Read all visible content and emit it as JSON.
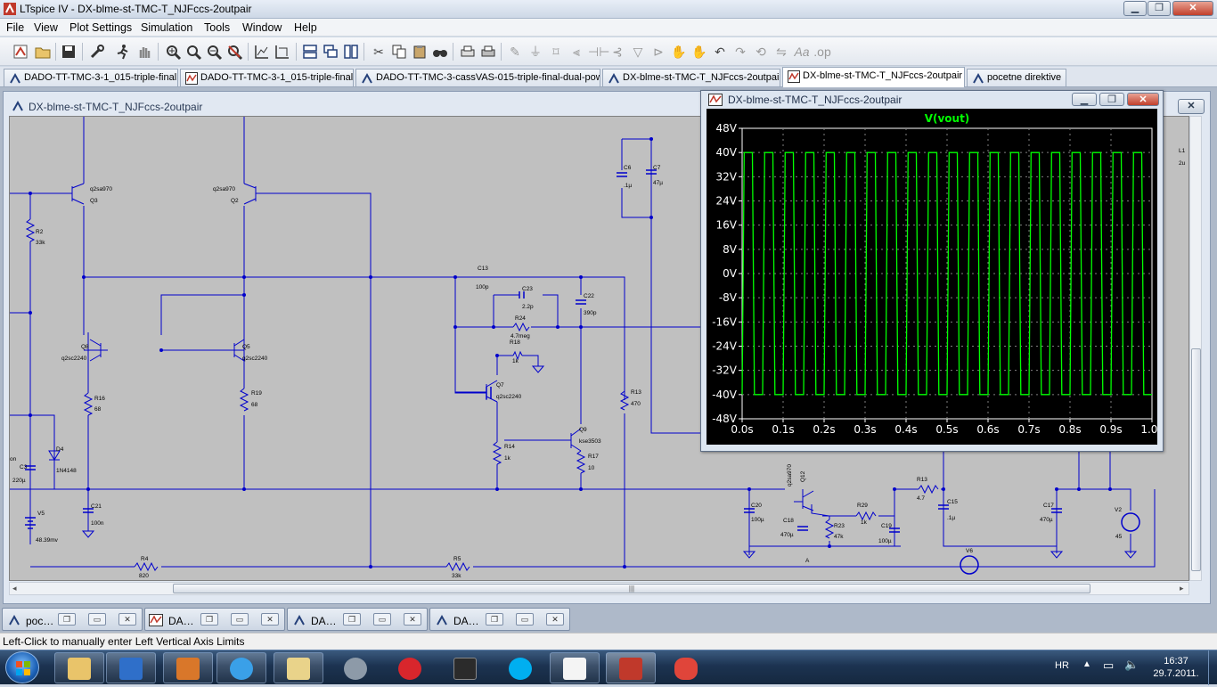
{
  "window": {
    "title": "LTspice IV - DX-blme-st-TMC-T_NJFccs-2outpair",
    "min_label": "▁",
    "max_label": "❐",
    "close_label": "✕"
  },
  "menu": [
    "File",
    "View",
    "Plot Settings",
    "Simulation",
    "Tools",
    "Window",
    "Help"
  ],
  "toolbar_icons": [
    "open-schematic-icon",
    "open-icon",
    "save-icon",
    "control-panel-icon",
    "run-icon",
    "halt-icon",
    "pan-icon",
    "zoom-in-icon",
    "zoom-area-icon",
    "zoom-out-icon",
    "zoom-cancel-icon",
    "autorange-icon",
    "mark-unused-icon",
    "tile-horizontal-icon",
    "cascade-icon",
    "tile-vertical-icon",
    "cut-icon",
    "copy-icon",
    "paste-icon",
    "find-icon",
    "print-setup-icon",
    "print-icon",
    "wire-icon",
    "ground-icon",
    "label-net-icon",
    "resistor-icon",
    "capacitor-icon",
    "inductor-icon",
    "diode-icon",
    "component-icon",
    "move-icon",
    "drag-icon",
    "undo-icon",
    "redo-icon",
    "rotate-icon",
    "mirror-icon",
    "text-icon",
    "spice-directive-icon"
  ],
  "tabs": [
    {
      "label": "DADO-TT-TMC-3-1_015-triple-final",
      "kind": "schematic"
    },
    {
      "label": "DADO-TT-TMC-3-1_015-triple-final",
      "kind": "waveform"
    },
    {
      "label": "DADO-TT-TMC-3-cassVAS-015-triple-final-dual-pow",
      "kind": "schematic"
    },
    {
      "label": "DX-blme-st-TMC-T_NJFccs-2outpair",
      "kind": "schematic"
    },
    {
      "label": "DX-blme-st-TMC-T_NJFccs-2outpair",
      "kind": "waveform"
    },
    {
      "label": "pocetne direktive",
      "kind": "schematic"
    }
  ],
  "schematic_window": {
    "title": "DX-blme-st-TMC-T_NJFccs-2outpair"
  },
  "schematic": {
    "labels": [
      {
        "id": "q3-model",
        "text": "q2sa970"
      },
      {
        "id": "q3-name",
        "text": "Q3"
      },
      {
        "id": "q2-model",
        "text": "q2sa970"
      },
      {
        "id": "q2-name",
        "text": "Q2"
      },
      {
        "id": "r2-name",
        "text": "R2"
      },
      {
        "id": "r2-val",
        "text": "33k"
      },
      {
        "id": "q8-name",
        "text": "Q8"
      },
      {
        "id": "q8-model",
        "text": "q2sc2240"
      },
      {
        "id": "q5-name",
        "text": "Q5"
      },
      {
        "id": "q5-model",
        "text": "q2sc2240"
      },
      {
        "id": "r16-name",
        "text": "R16"
      },
      {
        "id": "r16-val",
        "text": "68"
      },
      {
        "id": "r19-name",
        "text": "R19"
      },
      {
        "id": "r19-val",
        "text": "68"
      },
      {
        "id": "d4-name",
        "text": "D4"
      },
      {
        "id": "d4-model",
        "text": "1N4148"
      },
      {
        "id": "c3-name",
        "text": "C3"
      },
      {
        "id": "c3-val",
        "text": "220µ"
      },
      {
        "id": "bias-frag",
        "text": "on"
      },
      {
        "id": "c21-name",
        "text": "C21"
      },
      {
        "id": "c21-val",
        "text": "100n"
      },
      {
        "id": "v5-name",
        "text": "V5"
      },
      {
        "id": "v5-val",
        "text": "48.39mv"
      },
      {
        "id": "r4-name",
        "text": "R4"
      },
      {
        "id": "r4-val",
        "text": "820"
      },
      {
        "id": "r5-name",
        "text": "R5"
      },
      {
        "id": "r5-val",
        "text": "33k"
      },
      {
        "id": "c13-name",
        "text": "C13"
      },
      {
        "id": "c13-val",
        "text": "100p"
      },
      {
        "id": "c23-name",
        "text": "C23"
      },
      {
        "id": "c23-val",
        "text": "2.2p"
      },
      {
        "id": "c22-name",
        "text": "C22"
      },
      {
        "id": "c22-val",
        "text": "390p"
      },
      {
        "id": "r24-name",
        "text": "R24"
      },
      {
        "id": "r24-val",
        "text": "4.7meg"
      },
      {
        "id": "r18-name",
        "text": "R18"
      },
      {
        "id": "r18-val",
        "text": "1k"
      },
      {
        "id": "q7-name",
        "text": "Q7"
      },
      {
        "id": "q7-model",
        "text": "q2sc2240"
      },
      {
        "id": "r14-name",
        "text": "R14"
      },
      {
        "id": "r14-val",
        "text": "1k"
      },
      {
        "id": "q9-name",
        "text": "Q9"
      },
      {
        "id": "q9-model",
        "text": "kse3503"
      },
      {
        "id": "r17-name",
        "text": "R17"
      },
      {
        "id": "r17-val",
        "text": "10"
      },
      {
        "id": "r13-name",
        "text": "R13"
      },
      {
        "id": "r13-val",
        "text": "470"
      },
      {
        "id": "c6-name",
        "text": "C6"
      },
      {
        "id": "c6-val",
        "text": ".1µ"
      },
      {
        "id": "c7-name",
        "text": "C7"
      },
      {
        "id": "c7-val",
        "text": "47µ"
      },
      {
        "id": "q12-model",
        "text": "q2sa970"
      },
      {
        "id": "q12-name",
        "text": "Q12"
      },
      {
        "id": "c20-name",
        "text": "C20"
      },
      {
        "id": "c20-val",
        "text": "100µ"
      },
      {
        "id": "c18-name",
        "text": "C18"
      },
      {
        "id": "c18-val",
        "text": "470µ"
      },
      {
        "id": "r23-name",
        "text": "R23"
      },
      {
        "id": "r23-val",
        "text": "47k"
      },
      {
        "id": "r29-name",
        "text": "R29"
      },
      {
        "id": "r29-val",
        "text": "1k"
      },
      {
        "id": "c19-name",
        "text": "C19"
      },
      {
        "id": "c19-val",
        "text": "100µ"
      },
      {
        "id": "r13b-name",
        "text": "R13"
      },
      {
        "id": "r13b-val",
        "text": "4.7"
      },
      {
        "id": "c15-name",
        "text": "C15"
      },
      {
        "id": "c15-val",
        "text": ".1µ"
      },
      {
        "id": "c17-name",
        "text": "C17"
      },
      {
        "id": "c17-val",
        "text": "470µ"
      },
      {
        "id": "v2-name",
        "text": "V2"
      },
      {
        "id": "v2-val",
        "text": "45"
      },
      {
        "id": "v6-name",
        "text": "V6"
      },
      {
        "id": "node-a",
        "text": "A"
      },
      {
        "id": "l1-frag",
        "text": "L1"
      },
      {
        "id": "l1-val-frag",
        "text": "2u"
      }
    ]
  },
  "plot_window": {
    "title": "DX-blme-st-TMC-T_NJFccs-2outpair"
  },
  "chart_data": {
    "type": "line",
    "title": "",
    "trace_label": "V(vout)",
    "xlabel": "",
    "ylabel": "",
    "x_ticks": [
      "0.0s",
      "0.1s",
      "0.2s",
      "0.3s",
      "0.4s",
      "0.5s",
      "0.6s",
      "0.7s",
      "0.8s",
      "0.9s",
      "1.0s"
    ],
    "y_ticks": [
      "48V",
      "40V",
      "32V",
      "24V",
      "16V",
      "8V",
      "0V",
      "-8V",
      "-16V",
      "-24V",
      "-32V",
      "-40V",
      "-48V"
    ],
    "xlim": [
      0,
      1.0
    ],
    "ylim": [
      -48,
      48
    ],
    "grid": true,
    "trace_color": "#00ff00",
    "background": "#000000",
    "series": [
      {
        "name": "V(vout)",
        "waveform": "square",
        "periods": 20,
        "duty": 0.5,
        "high": 40,
        "low": -40,
        "x": [
          0.0,
          0.005,
          0.01,
          0.025,
          0.03,
          0.05
        ],
        "y": [
          -40,
          40,
          40,
          40,
          -40,
          -40
        ]
      }
    ]
  },
  "minimized": [
    {
      "label": "poc…",
      "kind": "schematic"
    },
    {
      "label": "DA…",
      "kind": "waveform"
    },
    {
      "label": "DA…",
      "kind": "schematic"
    },
    {
      "label": "DA…",
      "kind": "schematic"
    }
  ],
  "status": {
    "text": "Left-Click to manually enter Left Vertical Axis Limits"
  },
  "taskbar": {
    "apps": [
      "start-orb-icon",
      "explorer-icon",
      "media-player-icon",
      "word-icon",
      "ie-icon",
      "outlook-icon",
      "network-icon",
      "ccleaner-icon",
      "oscilloscope-icon",
      "skype-icon",
      "notepad-icon",
      "ltspice-icon",
      "paint-icon"
    ],
    "lang": "HR",
    "time": "16:37",
    "date": "29.7.2011."
  }
}
